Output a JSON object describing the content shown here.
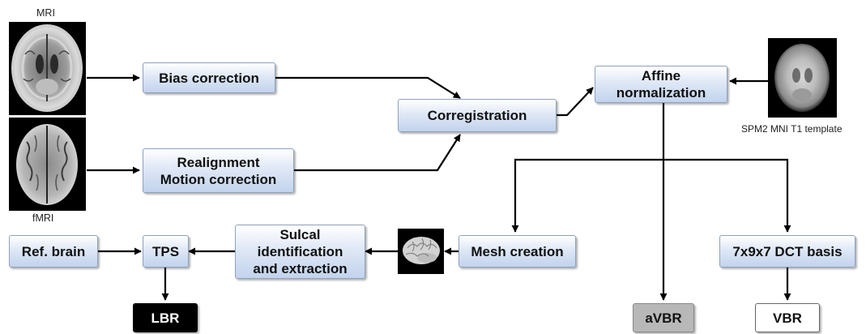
{
  "captions": {
    "mri": "MRI",
    "fmri": "fMRI",
    "template": "SPM2 MNI T1 template"
  },
  "images": {
    "mri": "axial-t1-mri-slice",
    "fmri": "axial-fmri-slice",
    "template": "spm2-mni-t1-template-slice",
    "mesh": "brain-surface-mesh-render"
  },
  "boxes": {
    "bias_correction": "Bias correction",
    "realignment": "Realignment\nMotion correction",
    "coregistration": "Corregistration",
    "affine": "Affine\nnormalization",
    "mesh_creation": "Mesh creation",
    "dct_basis": "7x9x7 DCT basis",
    "sulcal": "Sulcal\nidentification\nand extraction",
    "tps": "TPS",
    "ref_brain": "Ref. brain"
  },
  "outputs": {
    "lbr": "LBR",
    "avbr": "aVBR",
    "vbr": "VBR"
  }
}
